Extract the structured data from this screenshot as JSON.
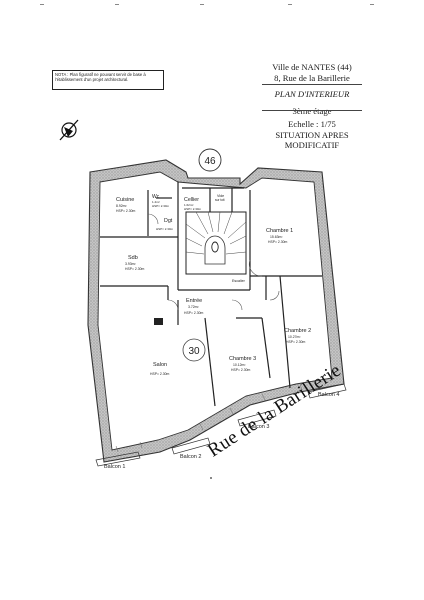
{
  "note": {
    "text": "NOTA : Plan figuratif ne pouvant servir de base à l'établissement d'un projet architectural."
  },
  "header": {
    "city": "Ville de NANTES (44)",
    "address": "8, Rue de la Barillerie",
    "title": "PLAN D'INTERIEUR",
    "floor": "3ème étage",
    "scale": "Echelle : 1/75",
    "situation_1": "SITUATION APRES",
    "situation_2": "MODIFICATIF"
  },
  "lot_numbers": {
    "top": "46",
    "center": "30"
  },
  "rooms": {
    "cuisine": {
      "name": "Cuisine",
      "area": "8.92m²",
      "hsp": "HSP= 2.30m"
    },
    "wc": {
      "name": "Wc",
      "area": "1.4m²",
      "hsp": "HSP= 2.30m"
    },
    "cellier": {
      "name": "Cellier",
      "area": "1.62m²",
      "hsp": "HSP= 2.30m"
    },
    "dgt": {
      "name": "Dgt",
      "area": "",
      "hsp": "HSP= 2.30m"
    },
    "vide": {
      "name": "Vide",
      "sub": "sur toit"
    },
    "sdb": {
      "name": "Sdb",
      "area": "3.93m²",
      "hsp": "HSP= 2.30m"
    },
    "chambre1": {
      "name": "Chambre 1",
      "area": "15.63m²",
      "hsp": "HSP= 2.30m"
    },
    "entree": {
      "name": "Entrée",
      "area": "3.72m²",
      "hsp": "HSP= 2.30m"
    },
    "salon": {
      "name": "Salon",
      "area": "",
      "hsp": "HSP= 2.30m"
    },
    "chambre3": {
      "name": "Chambre 3",
      "area": "10.12m²",
      "hsp": "HSP= 2.30m"
    },
    "chambre2": {
      "name": "Chambre 2",
      "area": "10.27m²",
      "hsp": "HSP= 2.30m"
    },
    "escalier": {
      "name": "Escalier"
    }
  },
  "balconies": {
    "b1": "Balcon 1",
    "b2": "Balcon 2",
    "b3": "Balcon 3",
    "b4": "Balcon 4"
  },
  "street": "Rue de la Barillerie",
  "colors": {
    "wall_fill": "#bdbdbd",
    "wall_stroke": "#333333",
    "line": "#222222"
  }
}
